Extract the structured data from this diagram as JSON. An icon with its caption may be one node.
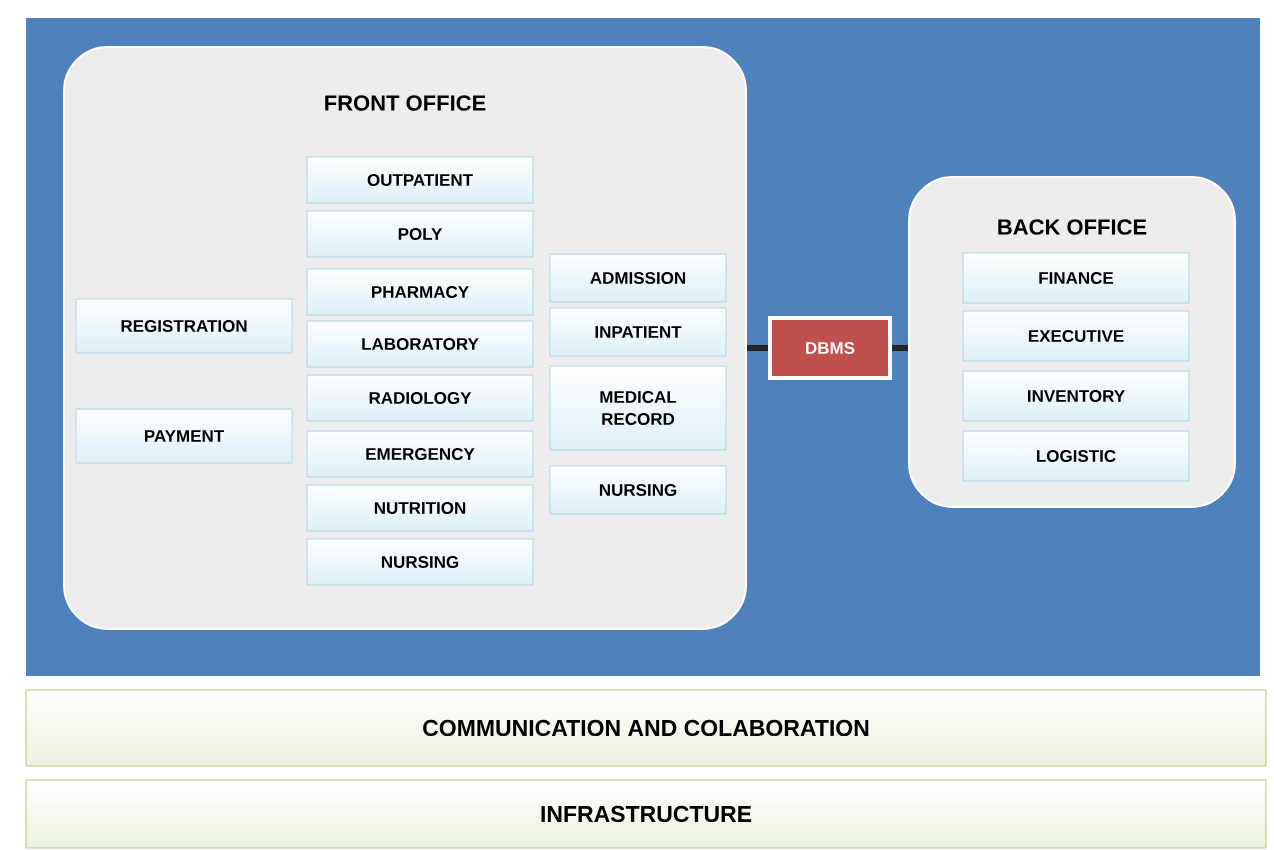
{
  "diagram": {
    "nodes": [
      {
        "text": [
          "FRONT OFFICE"
        ]
      },
      {
        "text": [
          "REGISTRATION"
        ],
        "in": 0
      },
      {
        "text": [
          "PAYMENT"
        ],
        "in": 0
      },
      {
        "text": [
          "OUTPATIENT"
        ],
        "in": 0
      },
      {
        "text": [
          "POLY"
        ],
        "in": 0
      },
      {
        "text": [
          "PHARMACY"
        ],
        "in": 0
      },
      {
        "text": [
          "LABORATORY"
        ],
        "in": 0
      },
      {
        "text": [
          "RADIOLOGY"
        ],
        "in": 0
      },
      {
        "text": [
          "EMERGENCY"
        ],
        "in": 0
      },
      {
        "text": [
          "NUTRITION"
        ],
        "in": 0
      },
      {
        "text": [
          "NURSING"
        ],
        "in": 0
      },
      {
        "text": [
          "ADMISSION"
        ],
        "in": 0
      },
      {
        "text": [
          "INPATIENT"
        ],
        "in": 0
      },
      {
        "text": [
          "MEDICAL RECORD"
        ],
        "in": 0
      },
      {
        "text": [
          "NURSING"
        ],
        "in": 0
      },
      {
        "text": [
          "DBMS"
        ]
      },
      {
        "text": [
          "BACK OFFICE"
        ]
      },
      {
        "text": [
          "FINANCE"
        ],
        "in": 16
      },
      {
        "text": [
          "EXECUTIVE"
        ],
        "in": 16
      },
      {
        "text": [
          "INVENTORY"
        ],
        "in": 16
      },
      {
        "text": [
          "LOGISTIC"
        ],
        "in": 16
      },
      {
        "text": [
          "COMMUNICATION AND COLABORATION"
        ]
      },
      {
        "text": [
          "INFRASTRUCTURE"
        ]
      }
    ],
    "edges": [
      {
        "from": 0,
        "to": 15,
        "arrow": "none"
      },
      {
        "from": 15,
        "to": 16,
        "arrow": "none"
      }
    ]
  }
}
